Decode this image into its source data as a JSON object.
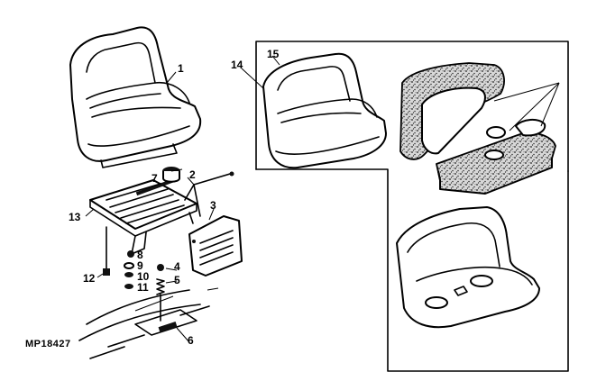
{
  "diagram_code": "MP18427",
  "callouts": {
    "c1": "1",
    "c2": "2",
    "c3": "3",
    "c4": "4",
    "c5": "5",
    "c6": "6",
    "c7": "7",
    "c8": "8",
    "c9": "9",
    "c10": "10",
    "c11": "11",
    "c12": "12",
    "c13": "13",
    "c14": "14",
    "c15": "15"
  }
}
